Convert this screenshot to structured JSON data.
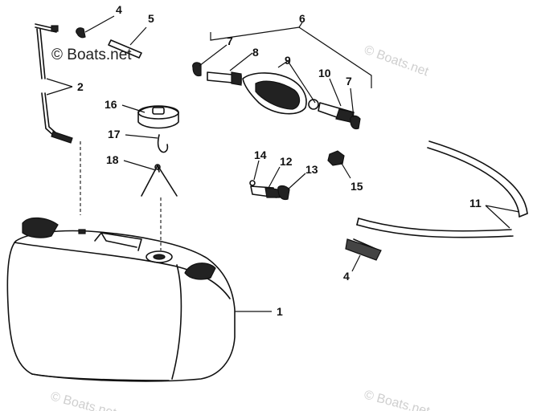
{
  "watermarks": {
    "main": "© Boats.net",
    "faint": "© Boats.net"
  },
  "callouts": {
    "c1": "1",
    "c2": "2",
    "c4a": "4",
    "c4b": "4",
    "c5": "5",
    "c6": "6",
    "c7a": "7",
    "c7b": "7",
    "c8": "8",
    "c9": "9",
    "c10": "10",
    "c11": "11",
    "c12": "12",
    "c13": "13",
    "c14": "14",
    "c15": "15",
    "c16": "16",
    "c17": "17",
    "c18": "18"
  }
}
